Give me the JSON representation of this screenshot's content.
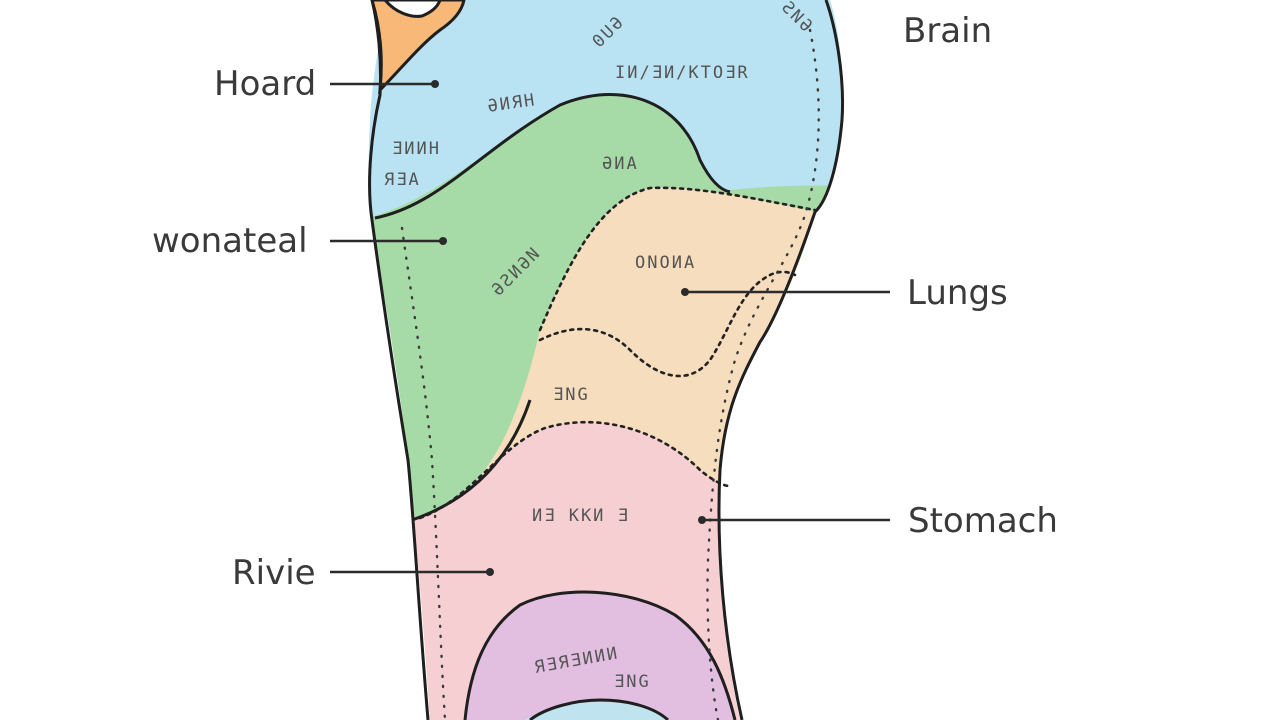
{
  "labels": {
    "brain": "Brain",
    "hoard": "Hoard",
    "wonateal": "wonateal",
    "lungs": "Lungs",
    "stomach": "Stomach",
    "rivie": "Rivie"
  },
  "zone_text": {
    "blue_top_a": "0UƏ",
    "blue_top_b": "ƧNƏ",
    "blue_header": "IИ/ƎИ/KTOƎR",
    "blue_mid": "ƏИЯH",
    "blue_left_a": "ƎИИH",
    "blue_left_b": "ЯƎA",
    "green_top": "ƏИA",
    "green_diag": "ƏƧИƏN",
    "orange_top": "ONOИA",
    "orange_low": "ƎNG",
    "pink": "ИƎ KKИ Ǝ",
    "purple_a": "ЯƎЯƎИИИ",
    "purple_b": "ƎNG"
  },
  "colors": {
    "blue": "#b9e2f2",
    "green": "#a6dba7",
    "orange": "#f6ddbd",
    "pink": "#f6cfd2",
    "purple": "#e2bfe0",
    "toe": "#f8b878"
  }
}
